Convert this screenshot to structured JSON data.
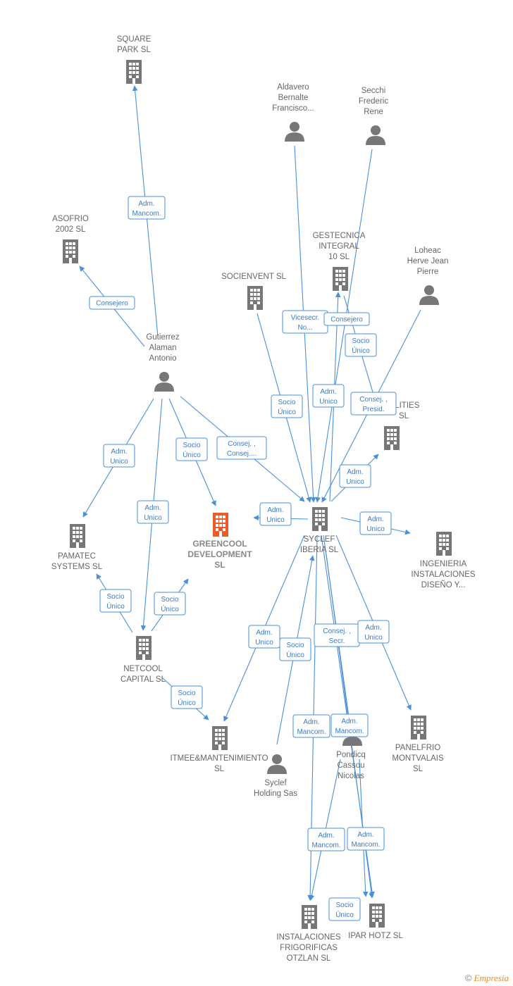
{
  "colors": {
    "edge": "#4a90d9",
    "node": "#777777",
    "focus": "#f05a28"
  },
  "nodes": [
    {
      "id": "square",
      "type": "company",
      "lines": [
        "SQUARE",
        "PARK  SL"
      ]
    },
    {
      "id": "asofrio",
      "type": "company",
      "lines": [
        "ASOFRIO",
        "2002 SL"
      ]
    },
    {
      "id": "aldavero",
      "type": "person",
      "lines": [
        "Aldavero",
        "Bernalte",
        "Francisco..."
      ]
    },
    {
      "id": "secchi",
      "type": "person",
      "lines": [
        "Secchi",
        "Frederic",
        "Rene"
      ]
    },
    {
      "id": "gestecnica",
      "type": "company",
      "lines": [
        "GESTECNICA",
        "INTEGRAL",
        "10 SL"
      ]
    },
    {
      "id": "socienvent",
      "type": "company",
      "lines": [
        "SOCIENVENT SL"
      ]
    },
    {
      "id": "loheac",
      "type": "person",
      "lines": [
        "Loheac",
        "Herve Jean",
        "Pierre"
      ]
    },
    {
      "id": "gutierrez",
      "type": "person",
      "lines": [
        "Gutierrez",
        "Alaman",
        "Antonio"
      ]
    },
    {
      "id": "utilities",
      "type": "company",
      "lines": [
        "...LITIES",
        "SL"
      ]
    },
    {
      "id": "pamatec",
      "type": "company",
      "lines": [
        "PAMATEC",
        "SYSTEMS  SL"
      ]
    },
    {
      "id": "greencool",
      "type": "focus",
      "lines": [
        "GREENCOOL",
        "DEVELOPMENT",
        "SL"
      ]
    },
    {
      "id": "syclef",
      "type": "company",
      "lines": [
        "SYCLEF",
        "IBERIA  SL"
      ]
    },
    {
      "id": "ingenieria",
      "type": "company",
      "lines": [
        "INGENIERIA",
        "INSTALACIONES",
        "DISEÑO Y..."
      ]
    },
    {
      "id": "netcool",
      "type": "company",
      "lines": [
        "NETCOOL",
        "CAPITAL  SL"
      ]
    },
    {
      "id": "itmee",
      "type": "company",
      "lines": [
        "ITMEE&MANTENIMIENTO",
        "SL"
      ]
    },
    {
      "id": "syclefholding",
      "type": "person",
      "lines": [
        "Syclef",
        "Holding Sas"
      ]
    },
    {
      "id": "pondicq",
      "type": "person",
      "lines": [
        "Pondicq",
        "Cassou",
        "Nicolas"
      ]
    },
    {
      "id": "panelfrio",
      "type": "company",
      "lines": [
        "PANELFRIO",
        "MONTVALAIS",
        "SL"
      ]
    },
    {
      "id": "otzlan",
      "type": "company",
      "lines": [
        "INSTALACIONES",
        "FRIGORIFICAS",
        "OTZLAN SL"
      ]
    },
    {
      "id": "ipar",
      "type": "company",
      "lines": [
        "IPAR HOTZ SL"
      ]
    }
  ],
  "edge_labels": [
    {
      "id": "e1",
      "lines": [
        "Adm.",
        "Mancom."
      ]
    },
    {
      "id": "e2",
      "lines": [
        "Consejero"
      ]
    },
    {
      "id": "e3",
      "lines": [
        "Vicesecr.",
        "No..."
      ]
    },
    {
      "id": "e4",
      "lines": [
        "Consejero"
      ]
    },
    {
      "id": "e5",
      "lines": [
        "Socio",
        "Único"
      ]
    },
    {
      "id": "e6",
      "lines": [
        "Adm.",
        "Unico"
      ]
    },
    {
      "id": "e7",
      "lines": [
        "Consej. ,",
        "Presid."
      ]
    },
    {
      "id": "e8",
      "lines": [
        "Socio",
        "Único"
      ]
    },
    {
      "id": "e9",
      "lines": [
        "Adm.",
        "Unico"
      ]
    },
    {
      "id": "e10",
      "lines": [
        "Adm.",
        "Unico"
      ]
    },
    {
      "id": "e11",
      "lines": [
        "Socio",
        "Único"
      ]
    },
    {
      "id": "e12",
      "lines": [
        "Consej. ,",
        "Consej...."
      ]
    },
    {
      "id": "e13",
      "lines": [
        "Adm.",
        "Unico"
      ]
    },
    {
      "id": "e14",
      "lines": [
        "Adm.",
        "Unico"
      ]
    },
    {
      "id": "e15",
      "lines": [
        "Adm.",
        "Unico"
      ]
    },
    {
      "id": "e16",
      "lines": [
        "Socio",
        "Único"
      ]
    },
    {
      "id": "e17",
      "lines": [
        "Socio",
        "Único"
      ]
    },
    {
      "id": "e18",
      "lines": [
        "Socio",
        "Único"
      ]
    },
    {
      "id": "e19",
      "lines": [
        "Adm.",
        "Unico"
      ]
    },
    {
      "id": "e20",
      "lines": [
        "Socio",
        "Único"
      ]
    },
    {
      "id": "e21",
      "lines": [
        "Consej. ,",
        "Secr."
      ]
    },
    {
      "id": "e22",
      "lines": [
        "Adm.",
        "Unico"
      ]
    },
    {
      "id": "e23",
      "lines": [
        "Adm.",
        "Mancom."
      ]
    },
    {
      "id": "e24",
      "lines": [
        "Adm.",
        "Mancom."
      ]
    },
    {
      "id": "e25",
      "lines": [
        "Adm.",
        "Mancom."
      ]
    },
    {
      "id": "e26",
      "lines": [
        "Adm.",
        "Mancom."
      ]
    },
    {
      "id": "e27",
      "lines": [
        "Socio",
        "Único"
      ]
    }
  ],
  "footer": {
    "copyright": "©",
    "brand": "Empresia"
  }
}
